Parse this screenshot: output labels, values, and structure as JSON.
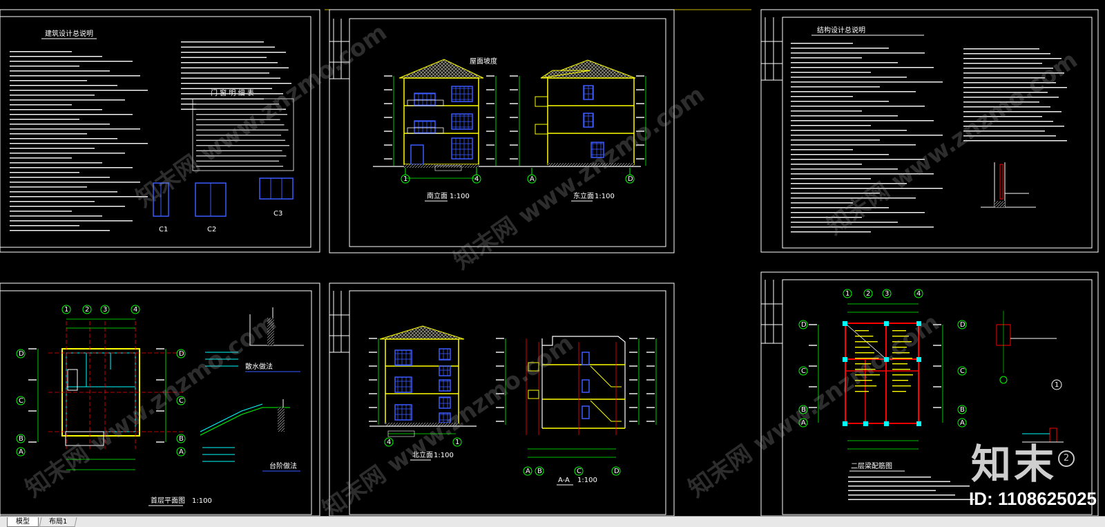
{
  "sheets": {
    "arch_notes": {
      "title": "建筑设计总说明",
      "table_title": "门 窗 明 细 表",
      "labels": [
        "C1",
        "C2",
        "C3"
      ]
    },
    "elevations_top": {
      "south": "南立面",
      "south_scale": "1:100",
      "east": "东立面",
      "east_scale": "1:100",
      "tag": "屋面坡度"
    },
    "struct_notes": {
      "title": "结构设计总说明"
    },
    "ground_plan": {
      "title": "首层平面图",
      "scale": "1:100",
      "detail1": "散水做法",
      "detail2": "台阶做法"
    },
    "elevations_bottom": {
      "north": "北立面",
      "north_scale": "1:100",
      "section": "A-A",
      "section_scale": "1:100"
    },
    "beam_plan": {
      "title": "二层梁配筋图"
    }
  },
  "axis_labels": {
    "numeric": [
      "1",
      "2",
      "3",
      "4"
    ],
    "alpha": [
      "A",
      "B",
      "C",
      "D"
    ],
    "south": [
      "1",
      "4"
    ],
    "east": [
      "A",
      "D"
    ]
  },
  "watermark": {
    "brand": "知末",
    "circle": "2",
    "id": "ID: 1108625025",
    "text": "知末网 www.znzmo.com"
  },
  "tabs": [
    {
      "label": "模型",
      "active": true
    },
    {
      "label": "布局1",
      "active": false
    }
  ],
  "colors": {
    "background": "#000000",
    "frame": "#ffffff",
    "dim": "#00ff00",
    "wall": "#ffff00",
    "window": "#3a5bff",
    "axis": "#ff0000",
    "cyan": "#00ffff"
  }
}
